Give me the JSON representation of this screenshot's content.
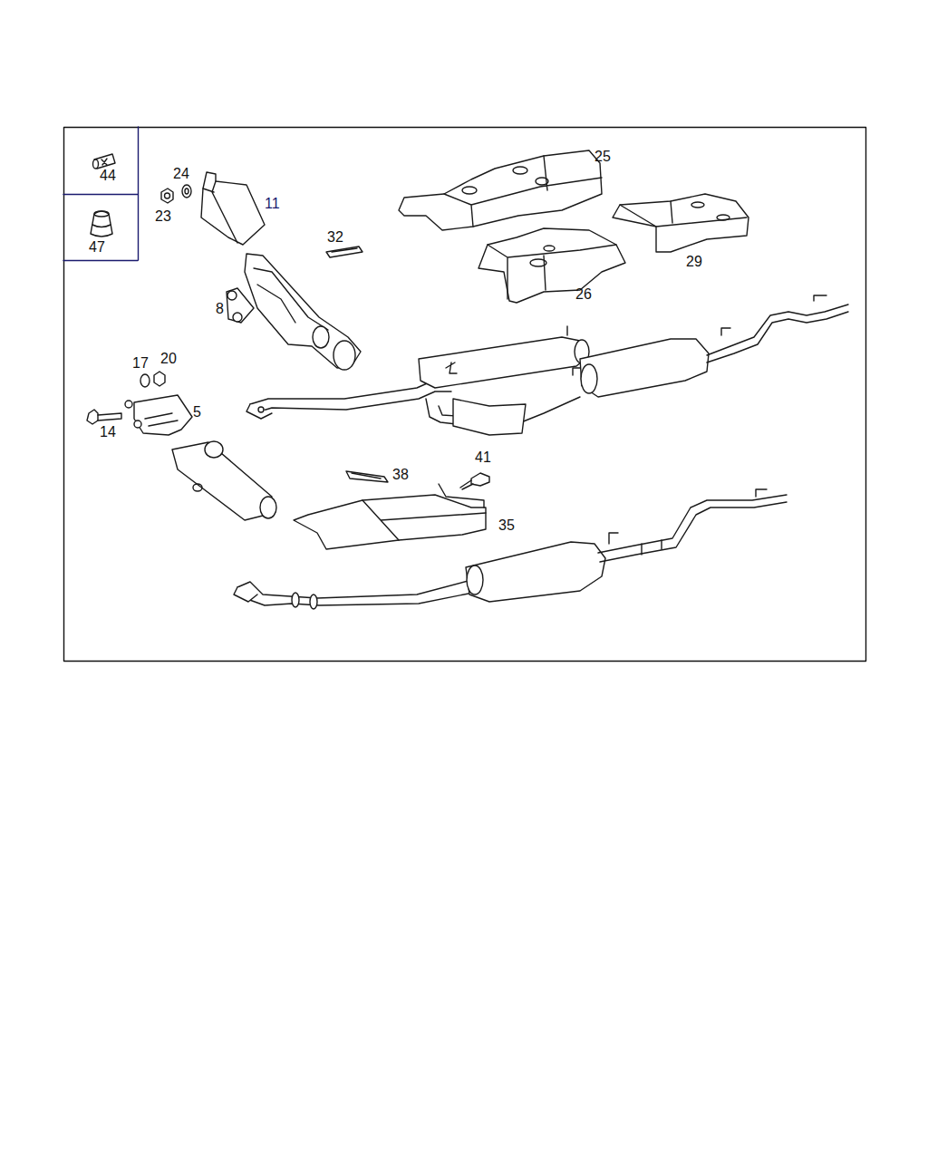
{
  "diagram": {
    "nodes": [
      {
        "text": [
          "44"
        ]
      },
      {
        "text": [
          "47"
        ]
      }
    ],
    "labels": [
      "25",
      "24",
      "11",
      "23",
      "32",
      "29",
      "26",
      "8",
      "17",
      "20",
      "5",
      "14",
      "41",
      "38",
      "35"
    ]
  }
}
